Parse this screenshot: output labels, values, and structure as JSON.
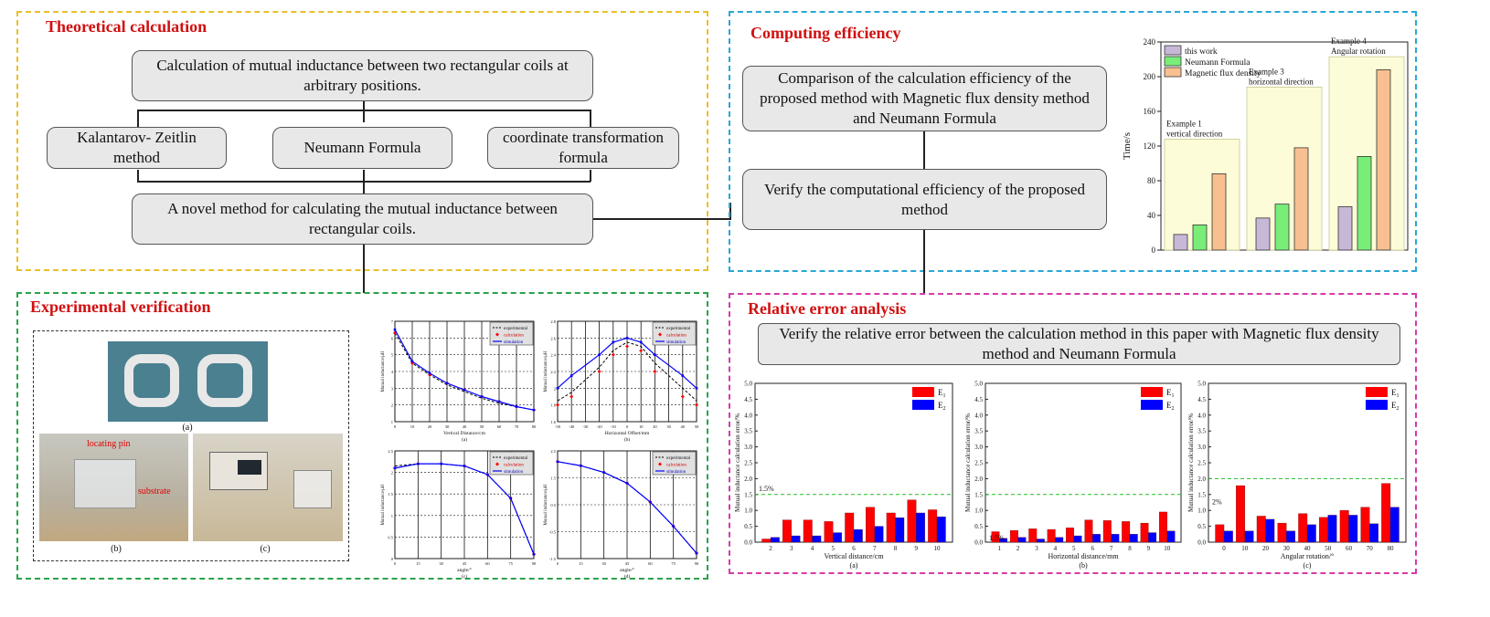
{
  "colors": {
    "theory": "#e8c02a",
    "efficiency": "#2aa7d6",
    "experiment": "#2aa34a",
    "error": "#d63aa8",
    "title": "#d01010",
    "e1": "#ff0000",
    "e2": "#0000ff"
  },
  "theory": {
    "title": "Theoretical calculation",
    "top_box": "Calculation of mutual inductance between two rectangular coils at arbitrary positions.",
    "left_box": "Kalantarov- Zeitlin method",
    "mid_box": "Neumann Formula",
    "right_box": "coordinate transformation formula",
    "bottom_box": "A novel method for calculating the mutual inductance between rectangular coils."
  },
  "efficiency": {
    "title": "Computing efficiency",
    "box1": "Comparison of the calculation efficiency of the proposed method with  Magnetic flux density method and Neumann Formula",
    "box2": "Verify the computational efficiency of the proposed method"
  },
  "experiment": {
    "title": "Experimental verification",
    "photo_labels": {
      "a": "(a)",
      "b": "(b)",
      "c": "(c)",
      "pin": "locating pin",
      "substrate": "substrate"
    }
  },
  "error": {
    "title": "Relative error analysis",
    "box": "Verify the relative error between the calculation method in this paper with  Magnetic flux density method and Neumann Formula"
  },
  "chart_data": [
    {
      "type": "bar",
      "id": "efficiency",
      "ylabel": "Time/s",
      "ylim": [
        0,
        240
      ],
      "yticks": [
        0,
        40,
        80,
        120,
        160,
        200,
        240
      ],
      "categories": [
        "Example 1 vertical direction",
        "Example 3 horizontal direction",
        "Example 4 Angular rotation"
      ],
      "category_labels": [
        [
          "Example 1",
          "vertical direction"
        ],
        [
          "Example 3",
          "horizontal direction"
        ],
        [
          "Example 4",
          "Angular rotation"
        ]
      ],
      "series": [
        {
          "name": "this work",
          "color": "#c8b8d8",
          "values": [
            18,
            37,
            50
          ]
        },
        {
          "name": "Neumann Formula",
          "color": "#78ee78",
          "values": [
            29,
            53,
            108
          ]
        },
        {
          "name": "Magnetic flux density",
          "color": "#f8c090",
          "values": [
            88,
            118,
            208
          ]
        }
      ],
      "legend": "top-left",
      "grid": false
    },
    {
      "type": "line",
      "id": "exp-a",
      "xlabel": "Vertical Distance/cm",
      "ylabel": "Mutual inductance/μH",
      "caption": "(a)",
      "xlim": [
        0,
        80
      ],
      "ylim": [
        1,
        7
      ],
      "xticks": [
        0,
        10,
        20,
        30,
        40,
        50,
        60,
        70,
        80
      ],
      "yticks": [
        1,
        2,
        3,
        4,
        5,
        6,
        7
      ],
      "series": [
        {
          "name": "experimental",
          "color": "#000000",
          "style": "dashed",
          "x": [
            0,
            10,
            20,
            30,
            40,
            50,
            60,
            70,
            80
          ],
          "y": [
            6.3,
            4.5,
            3.8,
            3.2,
            2.8,
            2.4,
            2.1,
            1.9,
            1.7
          ]
        },
        {
          "name": "calculation",
          "color": "#ff0000",
          "style": "markers",
          "x": [
            0,
            10,
            20,
            30,
            40,
            50,
            60,
            70,
            80
          ],
          "y": [
            6.3,
            4.5,
            3.8,
            3.3,
            2.9,
            2.5,
            2.2,
            1.9,
            1.7
          ]
        },
        {
          "name": "simulation",
          "color": "#0000ff",
          "style": "solid",
          "x": [
            0,
            10,
            20,
            30,
            40,
            50,
            60,
            70,
            80
          ],
          "y": [
            6.5,
            4.6,
            3.9,
            3.3,
            2.9,
            2.5,
            2.2,
            1.9,
            1.7
          ]
        }
      ]
    },
    {
      "type": "line",
      "id": "exp-b",
      "xlabel": "Horizontal Offset/mm",
      "ylabel": "Mutual inductance/μH",
      "caption": "(b)",
      "xlim": [
        -50,
        50
      ],
      "ylim": [
        1.6,
        2.8
      ],
      "xticks": [
        -50,
        -40,
        -30,
        -20,
        -10,
        0,
        10,
        20,
        30,
        40,
        50
      ],
      "yticks": [
        1.6,
        1.8,
        2.0,
        2.2,
        2.4,
        2.6,
        2.8
      ],
      "series": [
        {
          "name": "experimental",
          "color": "#000000",
          "style": "dashed",
          "x": [
            -50,
            -40,
            -20,
            -10,
            0,
            10,
            20,
            40,
            50
          ],
          "y": [
            1.85,
            1.95,
            2.25,
            2.45,
            2.55,
            2.5,
            2.3,
            2.0,
            1.85
          ]
        },
        {
          "name": "calculation",
          "color": "#ff0000",
          "style": "markers",
          "x": [
            -50,
            -40,
            -20,
            -10,
            0,
            10,
            20,
            40,
            50
          ],
          "y": [
            1.8,
            1.9,
            2.2,
            2.4,
            2.5,
            2.45,
            2.2,
            1.9,
            1.8
          ]
        },
        {
          "name": "simulation",
          "color": "#0000ff",
          "style": "solid",
          "x": [
            -50,
            -40,
            -20,
            -10,
            0,
            10,
            20,
            40,
            50
          ],
          "y": [
            2.0,
            2.15,
            2.4,
            2.55,
            2.6,
            2.55,
            2.4,
            2.15,
            2.0
          ]
        }
      ]
    },
    {
      "type": "line",
      "id": "exp-c",
      "xlabel": "angle/°",
      "ylabel": "Mutual inductance/μH",
      "caption": "(c)",
      "xlim": [
        0,
        90
      ],
      "ylim": [
        0,
        2.5
      ],
      "xticks": [
        0,
        15,
        30,
        45,
        60,
        75,
        90
      ],
      "yticks": [
        0,
        0.5,
        1.0,
        1.5,
        2.0,
        2.5
      ],
      "series": [
        {
          "name": "experimental",
          "color": "#000000",
          "style": "dashed",
          "x": [
            0,
            15,
            30,
            45,
            60,
            75,
            90
          ],
          "y": [
            2.15,
            2.2,
            2.2,
            2.15,
            1.95,
            1.4,
            0.1
          ]
        },
        {
          "name": "calculation",
          "color": "#ff0000",
          "style": "markers",
          "x": [
            0,
            15,
            30,
            45,
            60,
            75,
            90
          ],
          "y": [
            2.1,
            2.2,
            2.2,
            2.15,
            1.95,
            1.4,
            0.1
          ]
        },
        {
          "name": "simulation",
          "color": "#0000ff",
          "style": "solid",
          "x": [
            0,
            15,
            30,
            45,
            60,
            75,
            90
          ],
          "y": [
            2.1,
            2.2,
            2.2,
            2.15,
            1.95,
            1.4,
            0.1
          ]
        }
      ]
    },
    {
      "type": "line",
      "id": "exp-d",
      "xlabel": "angle/°",
      "ylabel": "Mutual inductance/μH",
      "caption": "(d)",
      "xlim": [
        0,
        90
      ],
      "ylim": [
        -1.5,
        2.5
      ],
      "xticks": [
        0,
        15,
        30,
        45,
        60,
        75,
        90
      ],
      "yticks": [
        -1.5,
        -0.5,
        0.5,
        1.5,
        2.5
      ],
      "series": [
        {
          "name": "experimental",
          "color": "#000000",
          "style": "dashed",
          "x": [
            0,
            15,
            30,
            45,
            60,
            75,
            90
          ],
          "y": [
            2.1,
            1.95,
            1.7,
            1.3,
            0.6,
            -0.3,
            -1.3
          ]
        },
        {
          "name": "calculation",
          "color": "#ff0000",
          "style": "markers",
          "x": [
            0,
            15,
            30,
            45,
            60,
            75,
            90
          ],
          "y": [
            2.1,
            1.95,
            1.7,
            1.3,
            0.6,
            -0.3,
            -1.3
          ]
        },
        {
          "name": "simulation",
          "color": "#0000ff",
          "style": "solid",
          "x": [
            0,
            15,
            30,
            45,
            60,
            75,
            90
          ],
          "y": [
            2.1,
            1.95,
            1.7,
            1.3,
            0.6,
            -0.3,
            -1.3
          ]
        }
      ]
    },
    {
      "type": "bar",
      "id": "err-a",
      "xlabel": "Vertical distance/cm",
      "ylabel": "Mutual inductance calculation error/%",
      "caption": "(a)",
      "ylim": [
        0,
        5
      ],
      "yticks": [
        0,
        0.5,
        1.0,
        1.5,
        2.0,
        2.5,
        3.0,
        3.5,
        4.0,
        4.5,
        5.0
      ],
      "categories": [
        "2",
        "3",
        "4",
        "5",
        "6",
        "7",
        "8",
        "9",
        "10"
      ],
      "threshold": 1.5,
      "threshold_label": "1.5%",
      "series": [
        {
          "name": "E1",
          "color": "#ff0000",
          "values": [
            0.1,
            0.7,
            0.7,
            0.65,
            0.92,
            1.1,
            0.92,
            1.33,
            1.02
          ]
        },
        {
          "name": "E2",
          "color": "#0000ff",
          "values": [
            0.15,
            0.2,
            0.2,
            0.3,
            0.4,
            0.5,
            0.77,
            0.92,
            0.8
          ]
        }
      ]
    },
    {
      "type": "bar",
      "id": "err-b",
      "xlabel": "Horizontal distance/mm",
      "ylabel": "Mutual inductance calculation error/%",
      "caption": "(b)",
      "ylim": [
        0,
        5
      ],
      "yticks": [
        0,
        0.5,
        1.0,
        1.5,
        2.0,
        2.5,
        3.0,
        3.5,
        4.0,
        4.5,
        5.0
      ],
      "categories": [
        "1",
        "2",
        "3",
        "4",
        "5",
        "6",
        "7",
        "8",
        "9",
        "10"
      ],
      "threshold": 1.5,
      "threshold_label": "1.5%",
      "series": [
        {
          "name": "E1",
          "color": "#ff0000",
          "values": [
            0.33,
            0.37,
            0.42,
            0.4,
            0.45,
            0.7,
            0.68,
            0.65,
            0.6,
            0.95
          ]
        },
        {
          "name": "E2",
          "color": "#0000ff",
          "values": [
            0.12,
            0.15,
            0.1,
            0.15,
            0.2,
            0.25,
            0.25,
            0.25,
            0.3,
            0.35
          ]
        }
      ]
    },
    {
      "type": "bar",
      "id": "err-c",
      "xlabel": "Angular rotation/°",
      "ylabel": "Mutual inductance calculation error/%",
      "caption": "(c)",
      "ylim": [
        0,
        5
      ],
      "yticks": [
        0,
        0.5,
        1.0,
        1.5,
        2.0,
        2.5,
        3.0,
        3.5,
        4.0,
        4.5,
        5.0
      ],
      "categories": [
        "0",
        "10",
        "20",
        "30",
        "40",
        "50",
        "60",
        "70",
        "80"
      ],
      "threshold": 2.0,
      "threshold_label": "2%",
      "series": [
        {
          "name": "E1",
          "color": "#ff0000",
          "values": [
            0.55,
            1.78,
            0.82,
            0.6,
            0.9,
            0.78,
            1.0,
            1.1,
            1.85
          ]
        },
        {
          "name": "E2",
          "color": "#0000ff",
          "values": [
            0.35,
            0.35,
            0.72,
            0.35,
            0.55,
            0.85,
            0.85,
            0.58,
            1.1
          ]
        }
      ]
    }
  ]
}
